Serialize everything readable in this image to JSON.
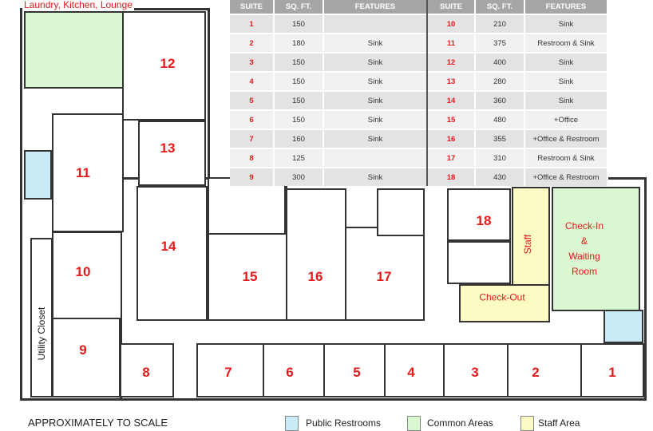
{
  "title_note": "Laundry, Kitchen, Lounge",
  "table": {
    "headers": [
      "SUITE",
      "SQ. FT.",
      "FEATURES",
      "SUITE",
      "SQ. FT.",
      "FEATURES"
    ],
    "rows": [
      {
        "a": {
          "suite": "1",
          "sqft": "150",
          "features": ""
        },
        "b": {
          "suite": "10",
          "sqft": "210",
          "features": "Sink"
        }
      },
      {
        "a": {
          "suite": "2",
          "sqft": "180",
          "features": "Sink"
        },
        "b": {
          "suite": "11",
          "sqft": "375",
          "features": "Restroom & Sink"
        }
      },
      {
        "a": {
          "suite": "3",
          "sqft": "150",
          "features": "Sink"
        },
        "b": {
          "suite": "12",
          "sqft": "400",
          "features": "Sink"
        }
      },
      {
        "a": {
          "suite": "4",
          "sqft": "150",
          "features": "Sink"
        },
        "b": {
          "suite": "13",
          "sqft": "280",
          "features": "Sink"
        }
      },
      {
        "a": {
          "suite": "5",
          "sqft": "150",
          "features": "Sink"
        },
        "b": {
          "suite": "14",
          "sqft": "360",
          "features": "Sink"
        }
      },
      {
        "a": {
          "suite": "6",
          "sqft": "150",
          "features": "Sink"
        },
        "b": {
          "suite": "15",
          "sqft": "480",
          "features": "+Office"
        }
      },
      {
        "a": {
          "suite": "7",
          "sqft": "160",
          "features": "Sink"
        },
        "b": {
          "suite": "16",
          "sqft": "355",
          "features": "+Office & Restroom"
        }
      },
      {
        "a": {
          "suite": "8",
          "sqft": "125",
          "features": ""
        },
        "b": {
          "suite": "17",
          "sqft": "310",
          "features": "Restroom & Sink"
        }
      },
      {
        "a": {
          "suite": "9",
          "sqft": "300",
          "features": "Sink"
        },
        "b": {
          "suite": "18",
          "sqft": "430",
          "features": "+Office & Restroom"
        }
      }
    ]
  },
  "rooms": {
    "s1": "1",
    "s2": "2",
    "s3": "3",
    "s4": "4",
    "s5": "5",
    "s6": "6",
    "s7": "7",
    "s8": "8",
    "s9": "9",
    "s10": "10",
    "s11": "11",
    "s12": "12",
    "s13": "13",
    "s14": "14",
    "s15": "15",
    "s16": "16",
    "s17": "17",
    "s18": "18",
    "utility": "Utility Closet",
    "staff": "Staff",
    "checkout": "Check-Out",
    "checkin_1": "Check-In",
    "checkin_2": "&",
    "checkin_3": "Waiting",
    "checkin_4": "Room"
  },
  "footer": {
    "scale_note": "APPROXIMATELY TO SCALE",
    "legend": [
      {
        "label": "Public Restrooms",
        "color": "#c9ebf8"
      },
      {
        "label": "Common Areas",
        "color": "#d9f7d0"
      },
      {
        "label": "Staff Area",
        "color": "#fdfbc4"
      }
    ]
  }
}
